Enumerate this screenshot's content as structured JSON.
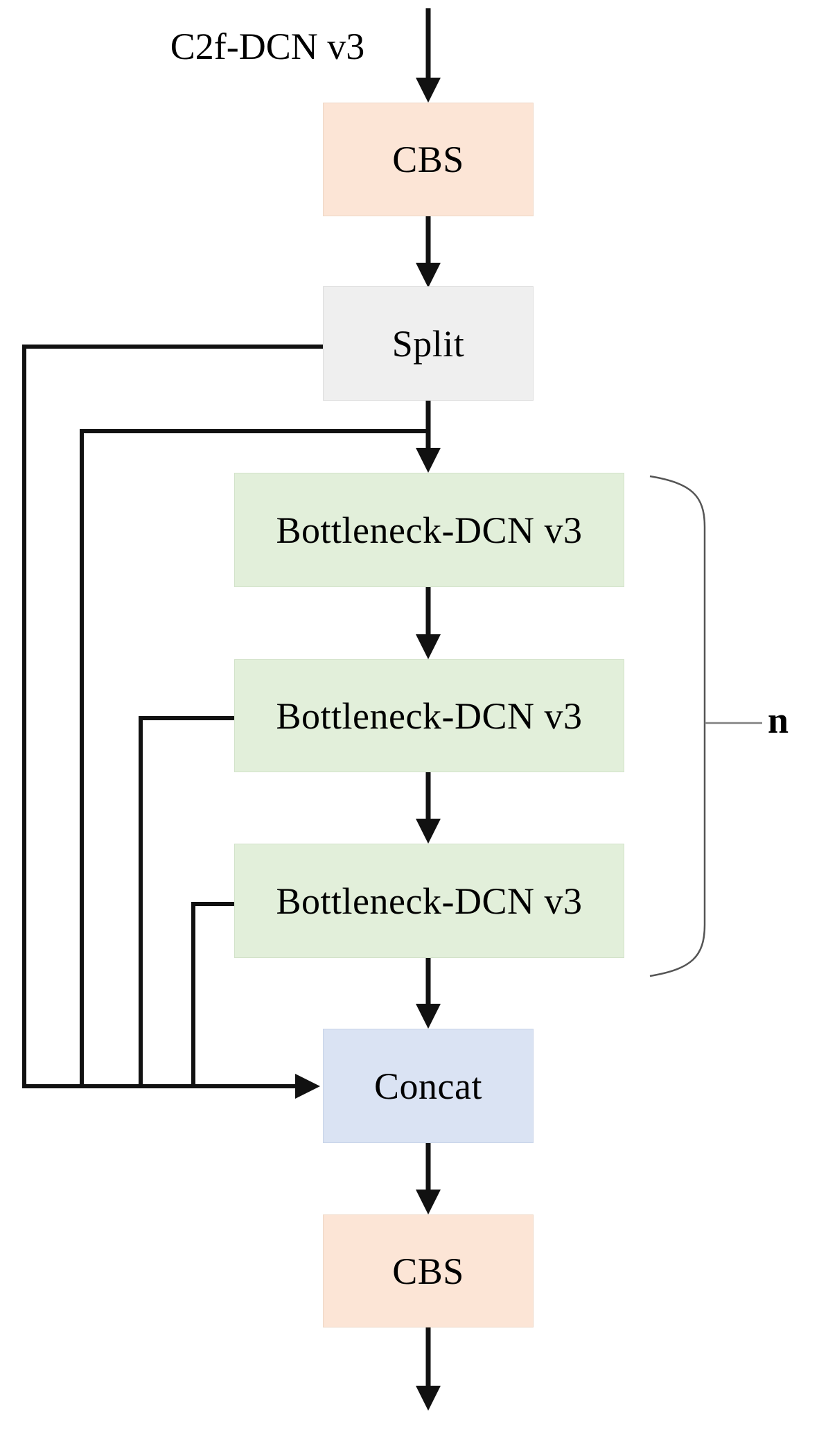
{
  "diagram": {
    "title": "C2f-DCN v3",
    "repeat_label": "n",
    "nodes": {
      "cbs_top": "CBS",
      "split": "Split",
      "bottleneck_1": "Bottleneck-DCN v3",
      "bottleneck_2": "Bottleneck-DCN v3",
      "bottleneck_3": "Bottleneck-DCN v3",
      "concat": "Concat",
      "cbs_bottom": "CBS"
    },
    "colors": {
      "cbs_fill": "#fce5d6",
      "split_fill": "#efefef",
      "bottleneck_fill": "#e2efda",
      "concat_fill": "#dae3f3",
      "arrow": "#111111",
      "brace": "#555555"
    }
  }
}
